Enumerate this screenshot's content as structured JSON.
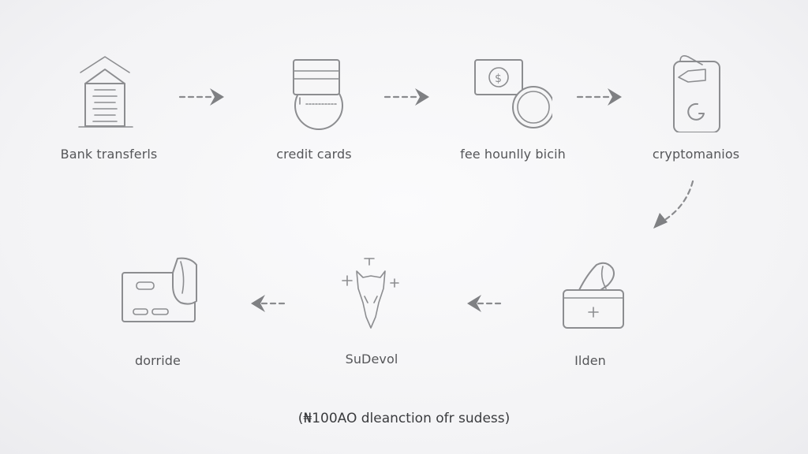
{
  "steps": [
    {
      "label": "Bank transferls",
      "icon": "bank-icon"
    },
    {
      "label": "credit cards",
      "icon": "credit-card-icon"
    },
    {
      "label": "fee hounlly bicih",
      "icon": "cash-coin-icon"
    },
    {
      "label": "cryptomanios",
      "icon": "crypto-wallet-icon"
    },
    {
      "label": "Ilden",
      "icon": "wallet-icon"
    },
    {
      "label": "SuDevol",
      "icon": "creature-icon"
    },
    {
      "label": "dorride",
      "icon": "card-holder-icon"
    }
  ],
  "footnote": "(₦100AO dleanction ofr sudess)",
  "colors": {
    "stroke": "#8c8d90",
    "text": "#555659",
    "background": "#f4f4f6"
  }
}
